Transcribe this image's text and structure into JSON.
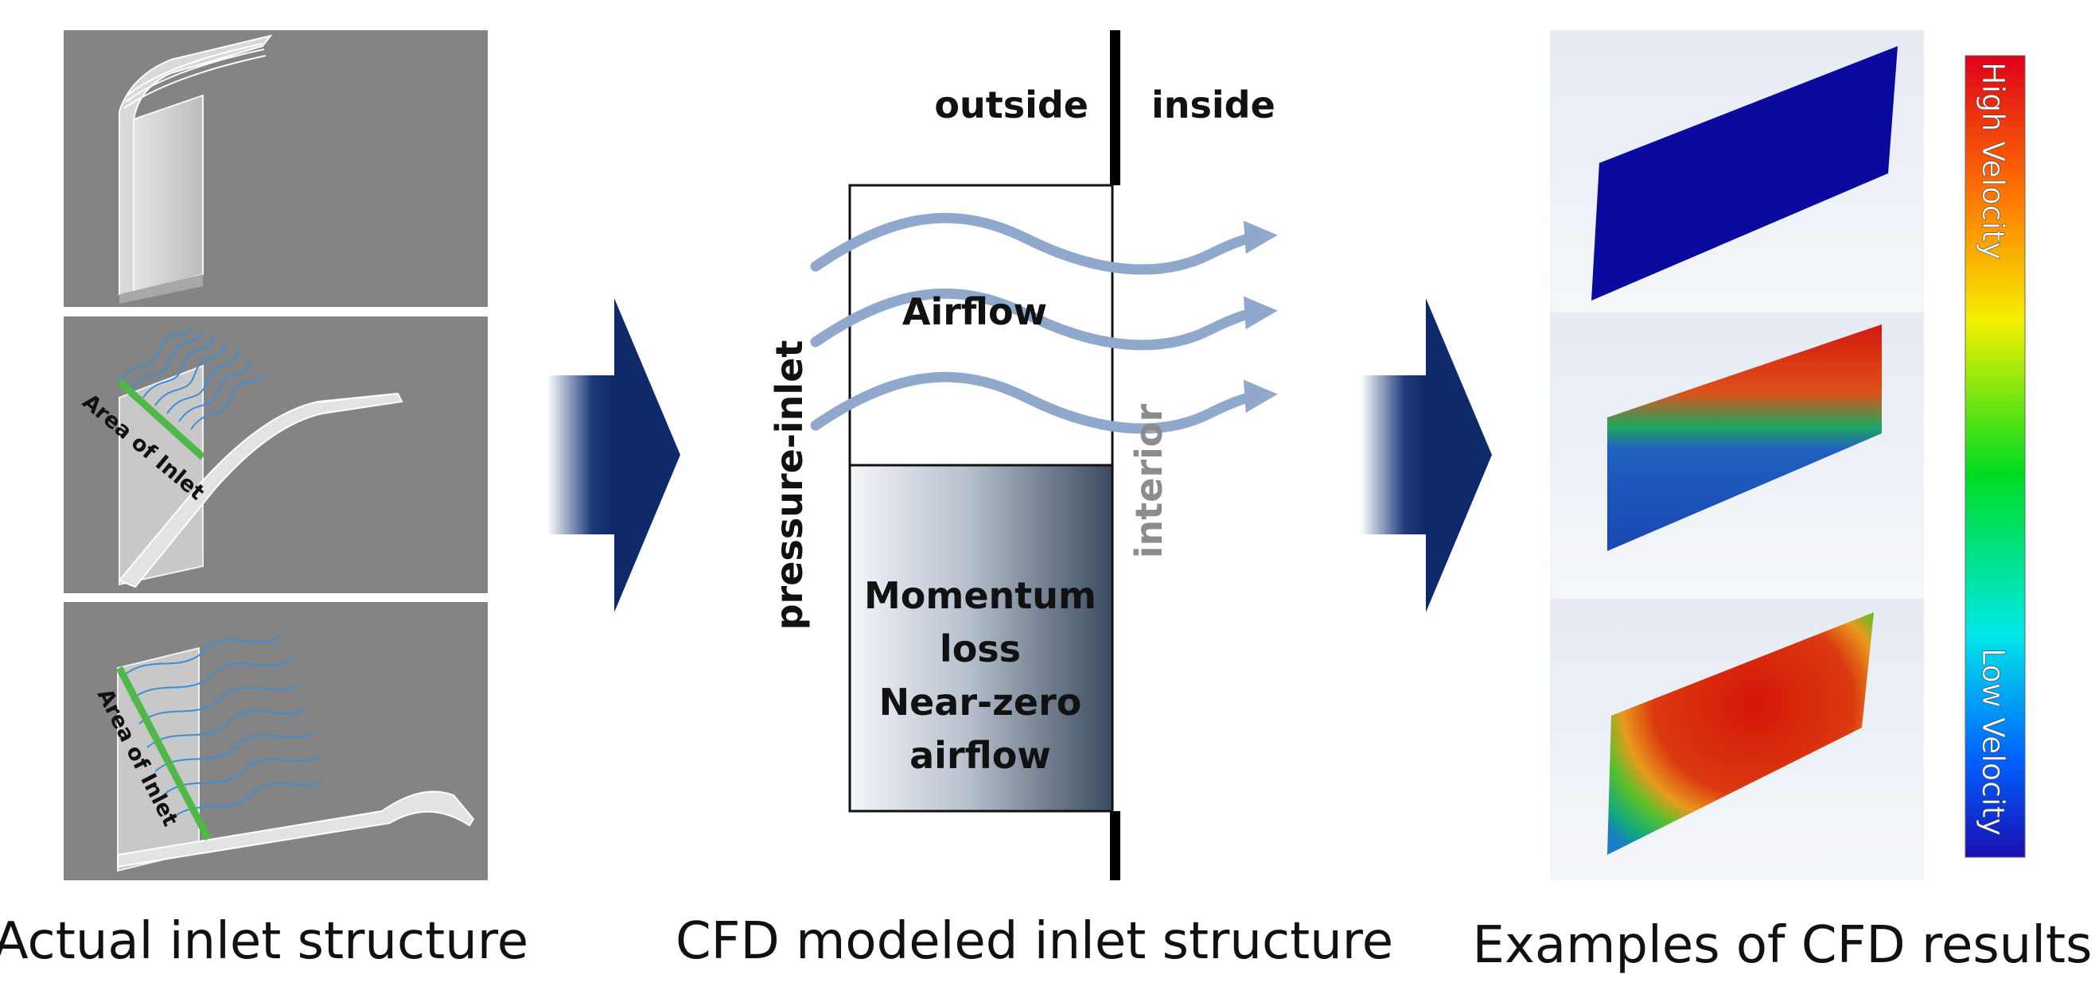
{
  "captions": {
    "actual": "Actual inlet structure",
    "cfd_model": "CFD modeled inlet structure",
    "examples": "Examples of CFD results"
  },
  "panels": {
    "area_of_inlet_1": "Area of Inlet",
    "area_of_inlet_2": "Area of Inlet"
  },
  "model": {
    "outside": "outside",
    "inside": "inside",
    "airflow": "Airflow",
    "pressure_inlet": "pressure-inlet",
    "interior": "interior",
    "momentum_lines": [
      "Momentum",
      "loss",
      "Near-zero",
      "airflow"
    ]
  },
  "legend": {
    "high": "High Velocity",
    "low": "Low Velocity"
  },
  "colors": {
    "panel_gray": "#848484",
    "arrow_navy": "#0f2a6b",
    "flow_blue": "#8fa8cc",
    "inlet_green": "#4fb848",
    "streamline_blue": "#3b8fd6"
  }
}
